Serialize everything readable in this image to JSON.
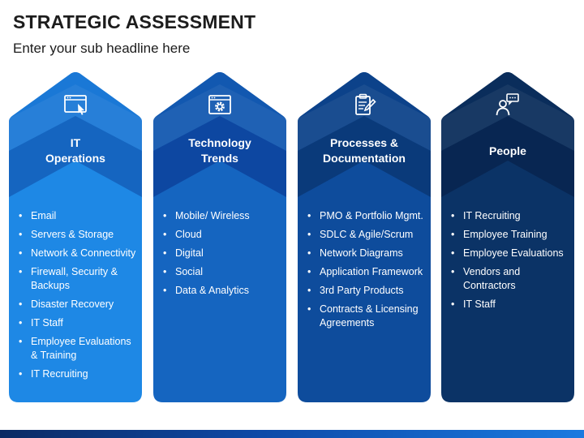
{
  "header": {
    "title": "STRATEGIC ASSESSMENT",
    "subtitle": "Enter your sub headline here"
  },
  "columns": [
    {
      "title_lines": [
        "IT",
        "Operations"
      ],
      "icon": "browser-cursor-icon",
      "colors": {
        "body": "#1e88e5",
        "top": "#1a78d6",
        "flap": "#1565c0"
      },
      "items": [
        "Email",
        "Servers & Storage",
        "Network & Connectivity",
        "Firewall, Security & Backups",
        "Disaster Recovery",
        "IT Staff",
        "Employee Evaluations & Training",
        "IT Recruiting"
      ]
    },
    {
      "title_lines": [
        "Technology",
        "Trends"
      ],
      "icon": "browser-gear-icon",
      "colors": {
        "body": "#1565c0",
        "top": "#1258b0",
        "flap": "#0d47a1"
      },
      "items": [
        "Mobile/ Wireless",
        "Cloud",
        "Digital",
        "Social",
        "Data & Analytics"
      ]
    },
    {
      "title_lines": [
        "Processes &",
        "Documentation"
      ],
      "icon": "clipboard-pencil-icon",
      "colors": {
        "body": "#0e4c9c",
        "top": "#0c428a",
        "flap": "#0a3a7a"
      },
      "items": [
        "PMO & Portfolio Mgmt.",
        "SDLC & Agile/Scrum",
        "Network Diagrams",
        "Application Framework",
        "3rd Party Products",
        "Contracts & Licensing Agreements"
      ]
    },
    {
      "title_lines": [
        "People"
      ],
      "icon": "person-speech-icon",
      "colors": {
        "body": "#0b3366",
        "top": "#0a2d5b",
        "flap": "#082652"
      },
      "items": [
        "IT Recruiting",
        "Employee Training",
        "Employee Evaluations",
        "Vendors and Contractors",
        "IT Staff"
      ]
    }
  ]
}
